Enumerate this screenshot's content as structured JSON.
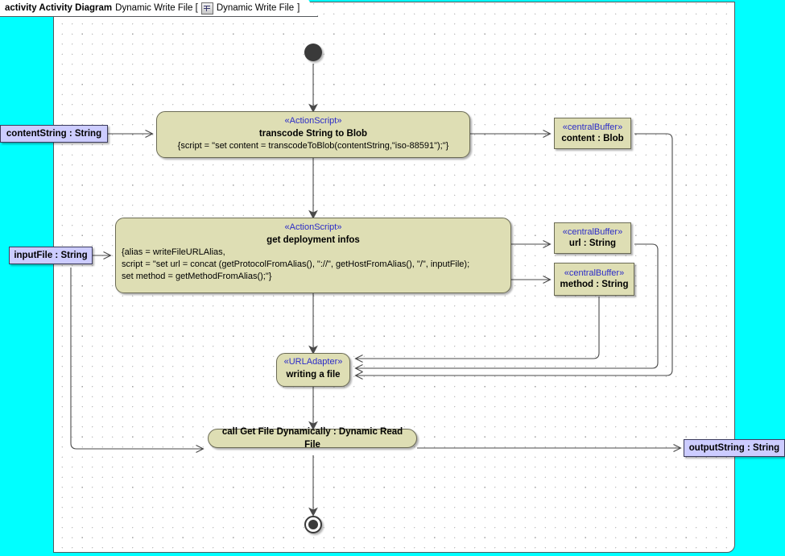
{
  "frame": {
    "keyword": "activity Activity Diagram",
    "name": "Dynamic Write File [",
    "icon": "activity-diagram-icon",
    "tab_name": "Dynamic Write File",
    "close_bracket": "]"
  },
  "nodes": {
    "initial": {
      "name": "initial-node"
    },
    "final": {
      "name": "activity-final-node"
    },
    "transcode": {
      "stereotype": "«ActionScript»",
      "title": "transcode String to Blob",
      "body": "{script = \"set content = transcodeToBlob(contentString,\"iso-88591\");\"}"
    },
    "deployment": {
      "stereotype": "«ActionScript»",
      "title": "get deployment infos",
      "body_lines": [
        "{alias = writeFileURLAlias,",
        "script = \"set url = concat (getProtocolFromAlias(), \"://\", getHostFromAlias(), \"/\", inputFile);",
        "set method = getMethodFromAlias();\"}"
      ]
    },
    "urladapter": {
      "stereotype": "«URLAdapter»",
      "title": "writing a file"
    },
    "callnode": {
      "title": "call Get File Dynamically : Dynamic Read File"
    }
  },
  "buffers": [
    {
      "stereotype": "«centralBuffer»",
      "label": "content : Blob"
    },
    {
      "stereotype": "«centralBuffer»",
      "label": "url : String"
    },
    {
      "stereotype": "«centralBuffer»",
      "label": "method : String"
    }
  ],
  "pins": [
    {
      "label": "contentString : String"
    },
    {
      "label": "inputFile : String"
    },
    {
      "label": "outputString : String"
    }
  ],
  "colors": {
    "page_background": "#00FFFF",
    "frame_background": "#FFFFFF",
    "node_fill": "#DEDEB4",
    "node_border": "#6B6B55",
    "pin_fill": "#CCCCFF",
    "pin_border": "#3B3B5C",
    "stereotype_text": "#2B2BC8",
    "edge_color": "#4A4A4A"
  }
}
